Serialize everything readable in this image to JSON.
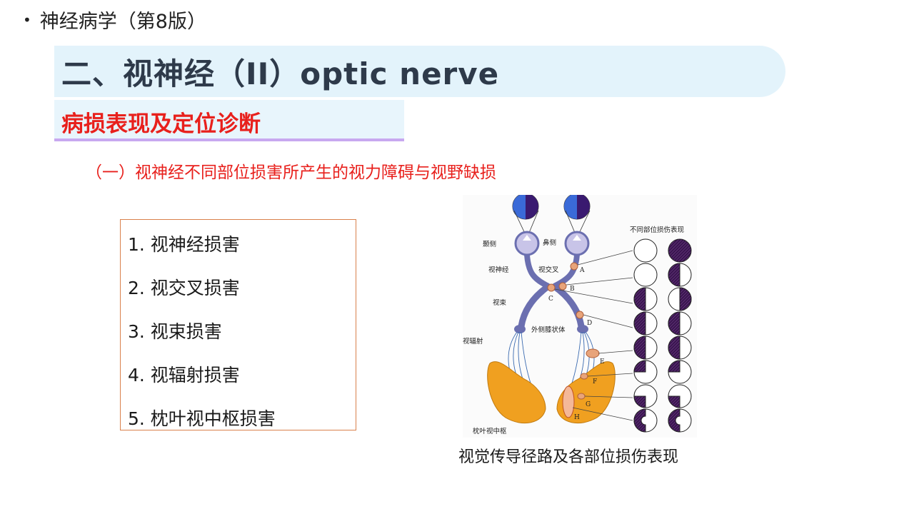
{
  "header": {
    "bullet_text": "神经病学（第8版）"
  },
  "title": "二、视神经（II）optic nerve",
  "subtitle": "病损表现及定位诊断",
  "section_heading": "（一）视神经不同部位损害所产生的视力障碍与视野缺损",
  "lesion_list": [
    "1. 视神经损害",
    "2. 视交叉损害",
    "3. 视束损害",
    "4. 视辐射损害",
    "5. 枕叶视中枢损害"
  ],
  "figure": {
    "caption": "视觉传导径路及各部位损伤表现",
    "column_title": "不同部位损伤表现",
    "labels": {
      "temporal": "颞侧",
      "nasal": "鼻侧",
      "optic_nerve": "视神经",
      "chiasm": "视交叉",
      "optic_tract": "视束",
      "lgn": "外侧膝状体",
      "radiation": "视辐射",
      "occipital": "枕叶视中枢"
    },
    "lesion_letters": [
      "A",
      "B",
      "C",
      "D",
      "E",
      "F",
      "G",
      "H"
    ],
    "colors": {
      "pathway": "#6b6fb0",
      "cortex": "#f0a020",
      "lesion": "#e8a47a",
      "defect": "#3a1550"
    }
  }
}
